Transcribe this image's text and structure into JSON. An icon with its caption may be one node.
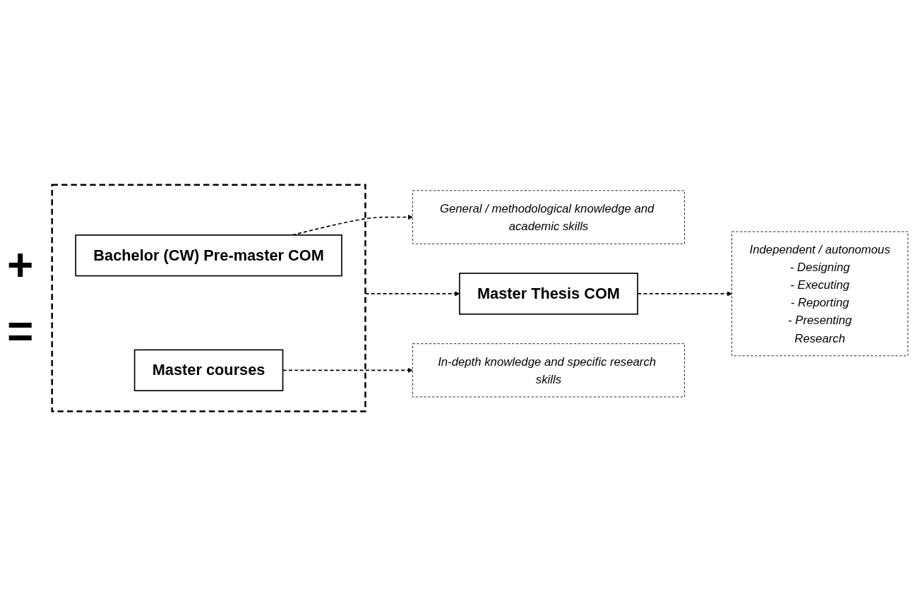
{
  "diagram": {
    "nodes": [
      {
        "text": [],
        "shape": "box"
      },
      {
        "text": [
          "Bachelor (CW) Pre-master COM"
        ],
        "in": 0
      },
      {
        "text": [
          "Master courses"
        ],
        "in": 0
      },
      {
        "text": [
          "General / methodological knowledge and academic skills"
        ]
      },
      {
        "text": [
          "In-depth knowledge and specific research skills"
        ]
      },
      {
        "text": [
          "Master Thesis COM"
        ]
      },
      {
        "text": [
          "Independent / autonomous",
          "- Designing",
          "- Executing",
          "- Reporting",
          "- Presenting",
          "Research"
        ]
      }
    ],
    "edges": [
      {
        "from": 1,
        "to": 3,
        "arrow": "to",
        "style": "dashed"
      },
      {
        "from": 2,
        "to": 4,
        "arrow": "to",
        "style": "dashed"
      },
      {
        "from": 0,
        "to": 5,
        "arrow": "to",
        "style": "dashed"
      },
      {
        "from": 5,
        "to": 6,
        "arrow": "to",
        "style": "dashed"
      }
    ],
    "labels": [
      "+",
      "="
    ]
  }
}
